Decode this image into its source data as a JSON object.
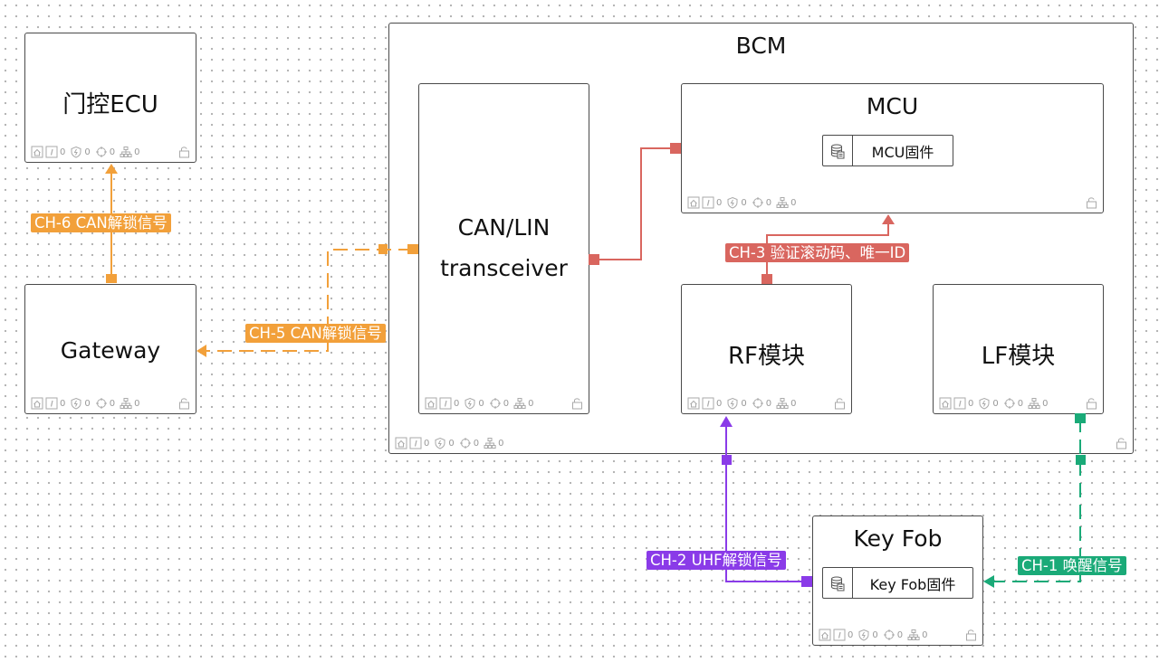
{
  "nodes": {
    "door_ecu": {
      "title": "门控ECU"
    },
    "gateway": {
      "title": "Gateway"
    },
    "bcm": {
      "title": "BCM"
    },
    "transceiver": {
      "title_line1": "CAN/LIN",
      "title_line2": "transceiver"
    },
    "mcu": {
      "title": "MCU",
      "firmware": "MCU固件"
    },
    "rf": {
      "title": "RF模块"
    },
    "lf": {
      "title": "LF模块"
    },
    "keyfob": {
      "title": "Key Fob",
      "firmware": "Key Fob固件"
    }
  },
  "footer_count": "0",
  "footer_icons": [
    "home-icon",
    "info-icon",
    "shield-icon",
    "target-icon",
    "hierarchy-icon"
  ],
  "channels": {
    "ch1": {
      "label": "CH-1 唤醒信号",
      "color": "#1aaa78"
    },
    "ch2": {
      "label": "CH-2 UHF解锁信号",
      "color": "#8a3be8"
    },
    "ch3": {
      "label": "CH-3 验证滚动码、唯一ID",
      "color": "#d9665f"
    },
    "ch5": {
      "label": "CH-5 CAN解锁信号",
      "color": "#f2a03a"
    },
    "ch6": {
      "label": "CH-6 CAN解锁信号",
      "color": "#f2a03a"
    }
  }
}
